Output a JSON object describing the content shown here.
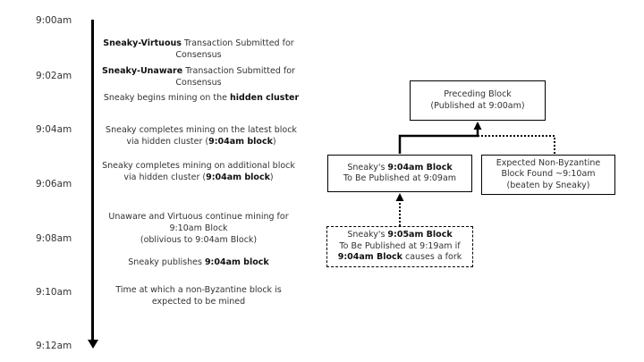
{
  "timeline": {
    "times": [
      "9:00am",
      "9:02am",
      "9:04am",
      "9:06am",
      "9:08am",
      "9:10am",
      "9:12am"
    ],
    "events": [
      {
        "parts": [
          {
            "t": "Sneaky-Virtuous",
            "b": true
          },
          {
            "t": " Transaction Submitted for Consensus",
            "b": false
          }
        ]
      },
      {
        "parts": [
          {
            "t": "Sneaky-Unaware",
            "b": true
          },
          {
            "t": " Transaction Submitted for Consensus",
            "b": false
          }
        ]
      },
      {
        "parts": [
          {
            "t": "Sneaky begins mining on the ",
            "b": false
          },
          {
            "t": "hidden cluster",
            "b": true
          }
        ]
      },
      {
        "parts": [
          {
            "t": "Sneaky completes mining on the latest block via hidden cluster (",
            "b": false
          },
          {
            "t": "9:04am block",
            "b": true
          },
          {
            "t": ")",
            "b": false
          }
        ]
      },
      {
        "parts": [
          {
            "t": "Sneaky completes mining on additional block via hidden cluster (",
            "b": false
          },
          {
            "t": "9:04am block",
            "b": true
          },
          {
            "t": ")",
            "b": false
          }
        ]
      },
      {
        "parts": [
          {
            "t": "Unaware and Virtuous continue mining for 9:10am Block",
            "b": false
          }
        ]
      },
      {
        "parts": [
          {
            "t": "(oblivious to 9:04am Block)",
            "b": false
          }
        ]
      },
      {
        "parts": [
          {
            "t": "Sneaky publishes ",
            "b": false
          },
          {
            "t": "9:04am block",
            "b": true
          }
        ]
      },
      {
        "parts": [
          {
            "t": "Time at which a non-Byzantine block is expected to be mined",
            "b": false
          }
        ]
      }
    ]
  },
  "diagram": {
    "preceding_block": {
      "line1": "Preceding Block",
      "line2": "(Published at 9:00am)"
    },
    "sneaky_904": {
      "pre": "Sneaky's ",
      "bold": "9:04am Block",
      "line2": "To Be Published at 9:09am"
    },
    "non_byzantine": {
      "line1": "Expected Non-Byzantine",
      "line2": "Block Found ~9:10am",
      "line3": "(beaten by Sneaky)"
    },
    "sneaky_905": {
      "pre": "Sneaky's ",
      "bold": "9:05am Block",
      "line2": "To Be Published at 9:19am if",
      "bold2": "9:04am Block",
      "post2": " causes a fork"
    }
  }
}
